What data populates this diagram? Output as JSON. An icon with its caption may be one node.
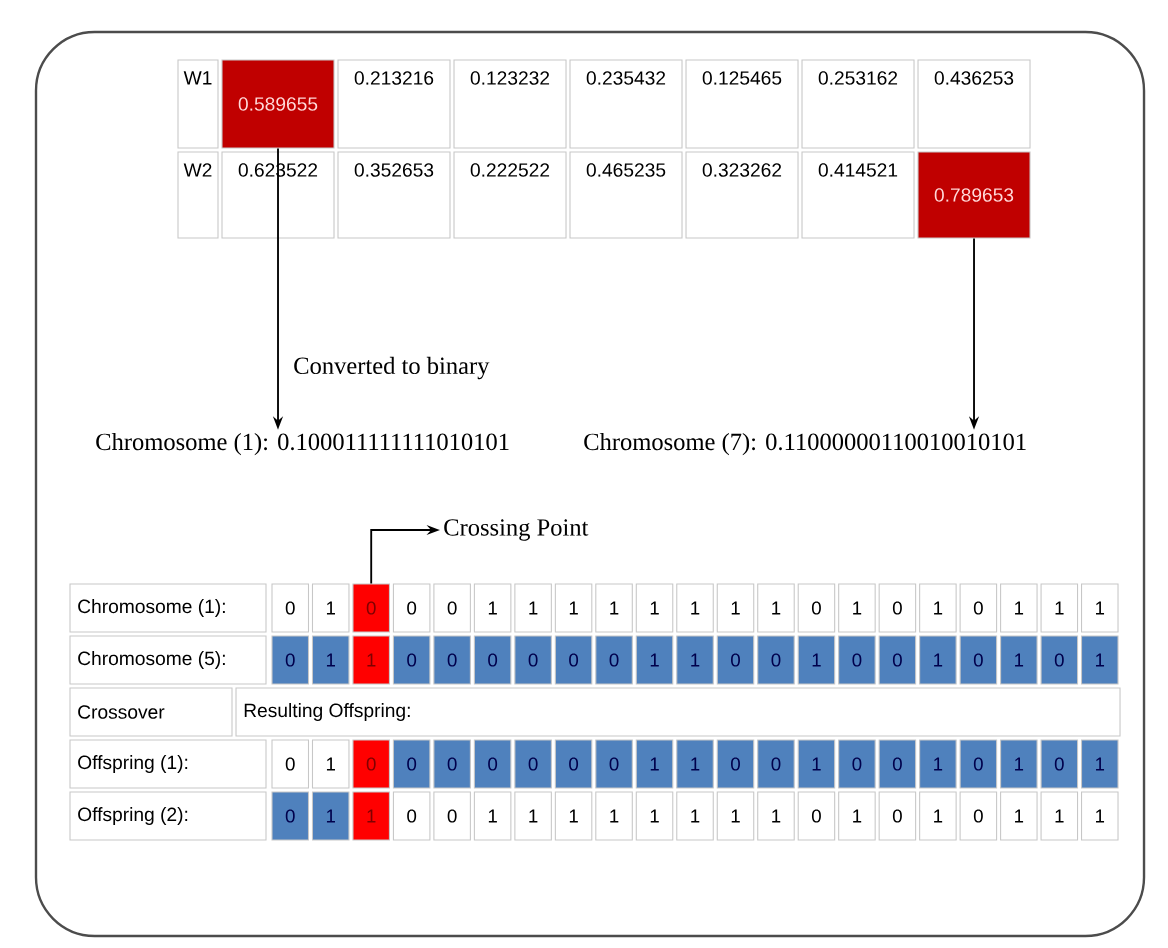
{
  "diagram": {
    "nodes": [
      {
        "text": [
          "0.589655"
        ]
      },
      {
        "text": [
          "0.789653"
        ]
      },
      {
        "text": [
          "Chromosome (1): 0.100011111111010101"
        ]
      },
      {
        "text": [
          "Chromosome (7): 0.11000000110010010101"
        ]
      },
      {
        "text": [
          "0"
        ]
      },
      {
        "text": [
          "Crossing Point"
        ]
      }
    ],
    "edges": [
      {
        "from": 0,
        "to": 2,
        "arrow": "to"
      },
      {
        "from": 1,
        "to": 3,
        "arrow": "to"
      },
      {
        "from": 4,
        "to": 5,
        "arrow": "to"
      }
    ],
    "labels": [
      "W1",
      "0.213216",
      "0.123232",
      "0.235432",
      "0.125465",
      "0.253162",
      "0.436253",
      "W2",
      "0.623522",
      "0.352653",
      "0.222522",
      "0.465235",
      "0.323262",
      "0.414521",
      "Converted to binary",
      "Chromosome (1):",
      "0",
      "1",
      "0",
      "0",
      "1",
      "1",
      "1",
      "1",
      "1",
      "1",
      "1",
      "1",
      "0",
      "1",
      "0",
      "1",
      "0",
      "1",
      "1",
      "1",
      "Chromosome (5):",
      "0",
      "1",
      "1",
      "0",
      "0",
      "0",
      "0",
      "0",
      "0",
      "1",
      "1",
      "0",
      "0",
      "1",
      "0",
      "0",
      "1",
      "0",
      "1",
      "0",
      "1",
      "Crossover",
      "Resulting Offspring:",
      "Offspring (1):",
      "0",
      "1",
      "0",
      "0",
      "0",
      "0",
      "0",
      "0",
      "0",
      "1",
      "1",
      "0",
      "0",
      "1",
      "0",
      "0",
      "1",
      "0",
      "1",
      "0",
      "1",
      "Offspring (2):",
      "0",
      "1",
      "1",
      "0",
      "0",
      "1",
      "1",
      "1",
      "1",
      "1",
      "1",
      "1",
      "1",
      "0",
      "1",
      "0",
      "1",
      "0",
      "1",
      "1",
      "1"
    ]
  }
}
